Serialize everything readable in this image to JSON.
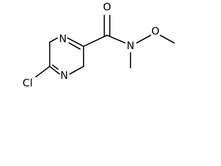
{
  "structure": {
    "atoms": {
      "ring_n_top": "N",
      "ring_n_bottom": "N",
      "chloro": "Cl",
      "carbonyl_o": "O",
      "amide_n": "N",
      "methoxy_o": "O"
    }
  },
  "colors": {
    "bond": "#000000",
    "label": "#000000",
    "background": "#ffffff"
  }
}
